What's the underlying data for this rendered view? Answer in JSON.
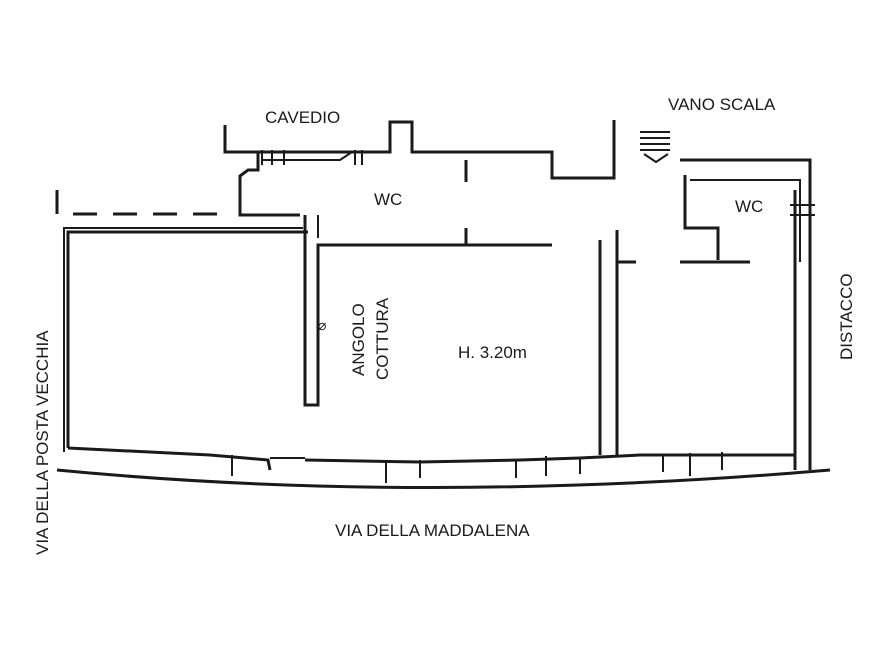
{
  "labels": {
    "courtyard": "CAVEDIO",
    "stairwell": "VANO SCALA",
    "wc_left": "WC",
    "wc_right": "WC",
    "kitchen_line1": "ANGOLO",
    "kitchen_line2": "COTTURA",
    "height": "H. 3.20m",
    "distance": "DISTACCO",
    "street_left": "VIA DELLA POSTA VECCHIA",
    "street_bottom": "VIA DELLA MADDALENA"
  },
  "symbols": {
    "flue": "⌀"
  }
}
